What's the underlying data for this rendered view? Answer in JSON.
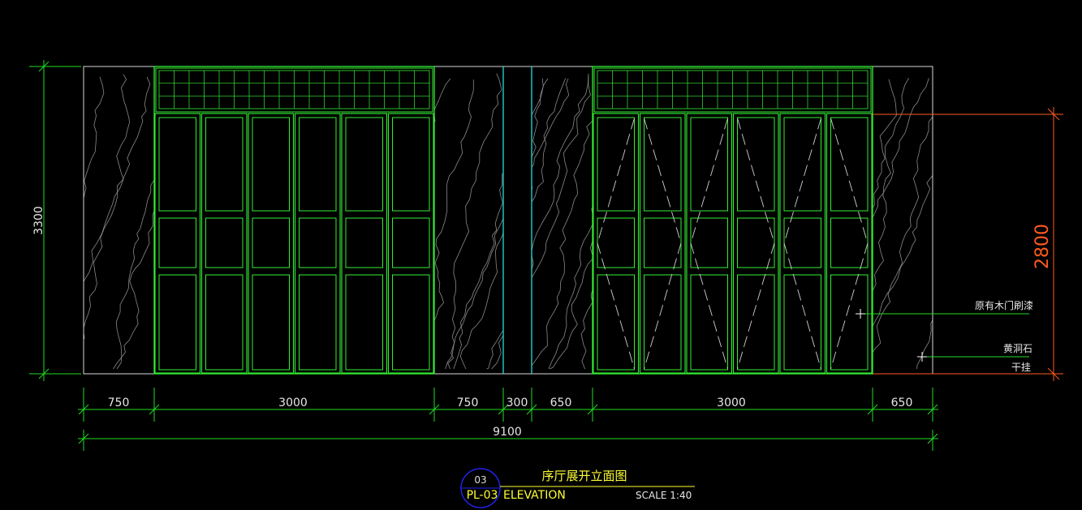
{
  "dimensions": {
    "total_height": "3300",
    "door_height": "2800",
    "total_width": "9100",
    "segments": [
      "750",
      "3000",
      "750",
      "300",
      "650",
      "3000",
      "650"
    ]
  },
  "annotations": {
    "door_note": "原有木门刷漆",
    "stone_note_line1": "黄洞石",
    "stone_note_line2": "干挂"
  },
  "title_block": {
    "circle_number": "03",
    "sheet_ref": "PL-03",
    "title_cn": "序厅展开立面图",
    "title_en": "ELEVATION",
    "scale": "SCALE 1:40"
  },
  "colors": {
    "background": "#000000",
    "frame": "#33ee33",
    "dimension": "#22dd22",
    "dimension_accent": "#ff5a1f",
    "column": "#22cccc",
    "stone_texture": "#8a8a8a",
    "title_yellow": "#ffff33",
    "title_circle": "#2222ee"
  }
}
